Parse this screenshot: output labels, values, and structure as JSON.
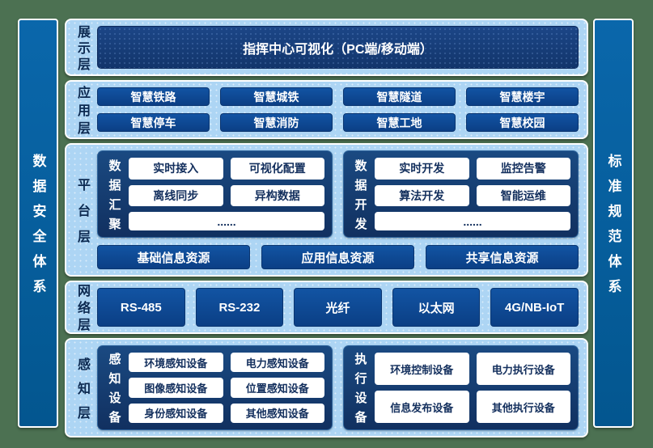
{
  "colors": {
    "background_green": "#4c7152",
    "band_light_blue": "#add5f4",
    "deep_navy_bar": "#15397a",
    "button_blue": "#0e4c97",
    "side_bar_blue": "#0661a2",
    "white_box_text_navy": "#132f5d"
  },
  "left_bar": {
    "label": "数据安全体系"
  },
  "right_bar": {
    "label": "标准规范体系"
  },
  "layers": {
    "display": {
      "label": "展示层",
      "main": "指挥中心可视化（PC端/移动端）"
    },
    "application": {
      "label": "应用层",
      "items": [
        "智慧铁路",
        "智慧城铁",
        "智慧隧道",
        "智慧楼宇",
        "智慧停车",
        "智慧消防",
        "智慧工地",
        "智慧校园"
      ]
    },
    "platform": {
      "label": "平台层",
      "groups": [
        {
          "label": "数据汇聚",
          "items": [
            "实时接入",
            "可视化配置",
            "离线同步",
            "异构数据"
          ],
          "more": "......"
        },
        {
          "label": "数据开发",
          "items": [
            "实时开发",
            "监控告警",
            "算法开发",
            "智能运维"
          ],
          "more": "......"
        }
      ],
      "resources": [
        "基础信息资源",
        "应用信息资源",
        "共享信息资源"
      ]
    },
    "network": {
      "label": "网络层",
      "items": [
        "RS-485",
        "RS-232",
        "光纤",
        "以太网",
        "4G/NB-IoT"
      ]
    },
    "perception": {
      "label": "感知层",
      "groups": [
        {
          "label": "感知设备",
          "items": [
            "环境感知设备",
            "电力感知设备",
            "图像感知设备",
            "位置感知设备",
            "身份感知设备",
            "其他感知设备"
          ]
        },
        {
          "label": "执行设备",
          "items": [
            "环境控制设备",
            "电力执行设备",
            "信息发布设备",
            "其他执行设备"
          ]
        }
      ]
    }
  }
}
